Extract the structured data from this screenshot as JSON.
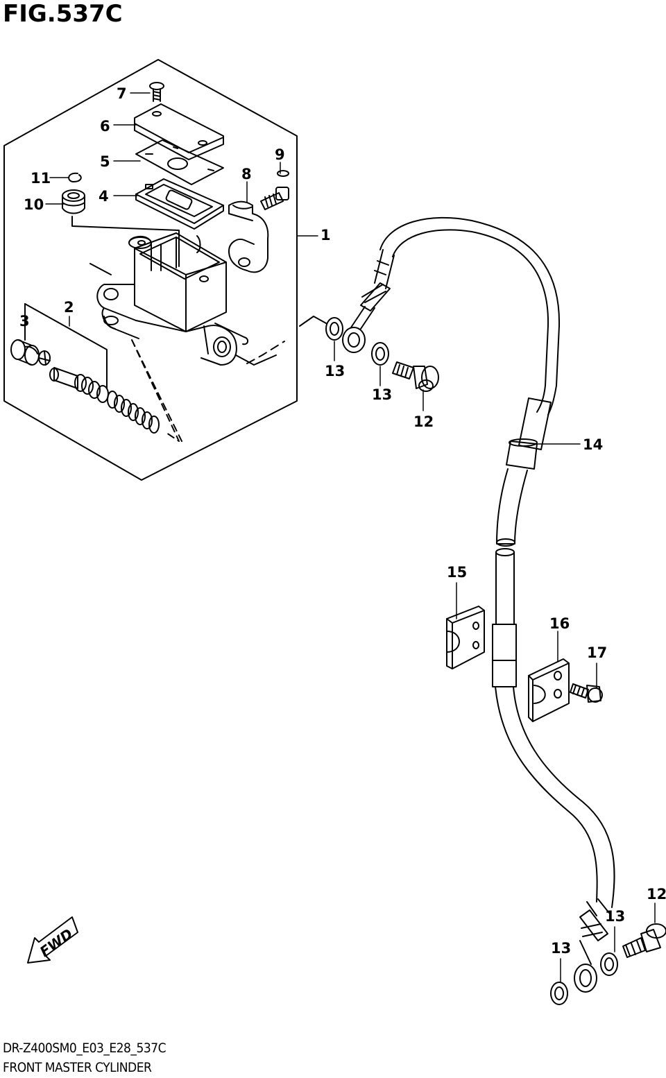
{
  "figure": {
    "title": "FIG.537C",
    "model_code": "DR-Z400SM0_E03_E28_537C",
    "name": "FRONT MASTER CYLINDER"
  },
  "fwd_label": "FWD",
  "callouts": [
    {
      "id": "c1",
      "number": "1"
    },
    {
      "id": "c2",
      "number": "2"
    },
    {
      "id": "c3",
      "number": "3"
    },
    {
      "id": "c4",
      "number": "4"
    },
    {
      "id": "c5",
      "number": "5"
    },
    {
      "id": "c6",
      "number": "6"
    },
    {
      "id": "c7",
      "number": "7"
    },
    {
      "id": "c8",
      "number": "8"
    },
    {
      "id": "c9",
      "number": "9"
    },
    {
      "id": "c10",
      "number": "10"
    },
    {
      "id": "c11",
      "number": "11"
    },
    {
      "id": "c12a",
      "number": "12"
    },
    {
      "id": "c12b",
      "number": "12"
    },
    {
      "id": "c13a",
      "number": "13"
    },
    {
      "id": "c13b",
      "number": "13"
    },
    {
      "id": "c13c",
      "number": "13"
    },
    {
      "id": "c13d",
      "number": "13"
    },
    {
      "id": "c14",
      "number": "14"
    },
    {
      "id": "c15",
      "number": "15"
    },
    {
      "id": "c16",
      "number": "16"
    },
    {
      "id": "c17",
      "number": "17"
    }
  ]
}
